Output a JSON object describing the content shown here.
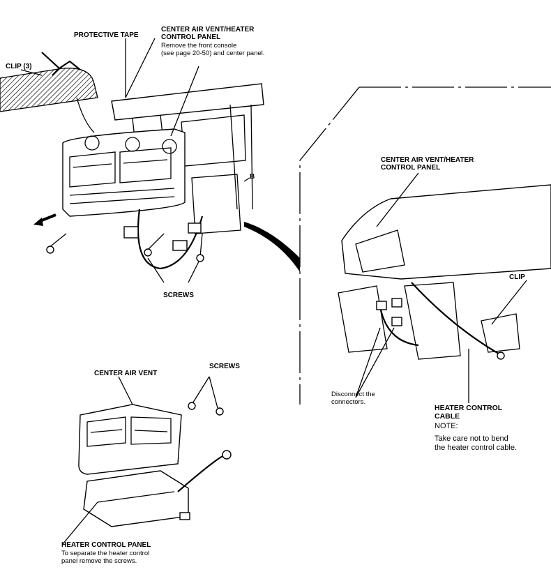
{
  "labels": {
    "protective_tape": "PROTECTIVE TAPE",
    "center_panel_title_1": "CENTER AIR VENT/HEATER",
    "center_panel_title_2": "CONTROL PANEL",
    "center_panel_note_1": "Remove the front console",
    "center_panel_note_2": "(see page 20-50) and center panel.",
    "clip_3": "CLIP (3)",
    "b_marker": "B",
    "screws_top": "SCREWS",
    "detail_title_1": "CENTER AIR VENT/HEATER",
    "detail_title_2": "CONTROL PANEL",
    "clip": "CLIP",
    "disconnect_1": "Disconnect the",
    "disconnect_2": "connectors.",
    "cable_1": "HEATER CONTROL",
    "cable_2": "CABLE",
    "note_head": "NOTE:",
    "note_1": "Take care not to bend",
    "note_2": "the heater control cable.",
    "center_air_vent": "CENTER AIR VENT",
    "screws_bottom": "SCREWS",
    "heater_panel_title": "HEATER CONTROL PANEL",
    "heater_panel_note_1": "To separate the heater control",
    "heater_panel_note_2": "panel remove the screws."
  }
}
